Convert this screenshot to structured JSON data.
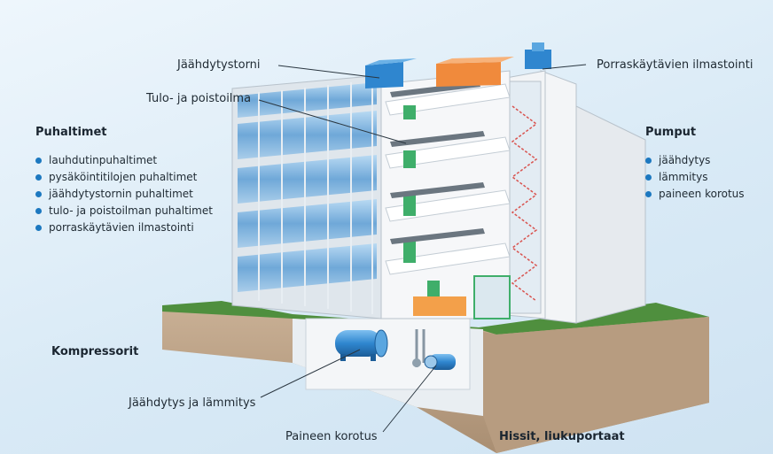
{
  "labels": {
    "cooling_tower": "Jäähdytystorni",
    "supply_exhaust_air": "Tulo- ja poistoilma",
    "stairwell_ventilation": "Porraskäytävien ilmastointi",
    "compressors": "Kompressorit",
    "cooling_heating": "Jäähdytys ja lämmitys",
    "pressure_boosting": "Paineen korotus",
    "elevators_escalators": "Hissit, liukuportaat"
  },
  "fans": {
    "title": "Puhaltimet",
    "items": [
      "lauhdutinpuhaltimet",
      "pysäköintitilojen puhaltimet",
      "jäähdytystornin puhaltimet",
      "tulo- ja poistoilman puhaltimet",
      "porraskäytävien ilmastointi"
    ]
  },
  "pumps": {
    "title": "Pumput",
    "items": [
      "jäähdytys",
      "lämmitys",
      "paineen korotus"
    ]
  },
  "colors": {
    "bullet": "#1c78c0",
    "glass": "#8fbfe6",
    "grass": "#4f8f3e",
    "soil": "#bfa68c",
    "orange": "#f3a04a",
    "green_door": "#3fae6a",
    "pump_blue": "#2f86cf"
  }
}
